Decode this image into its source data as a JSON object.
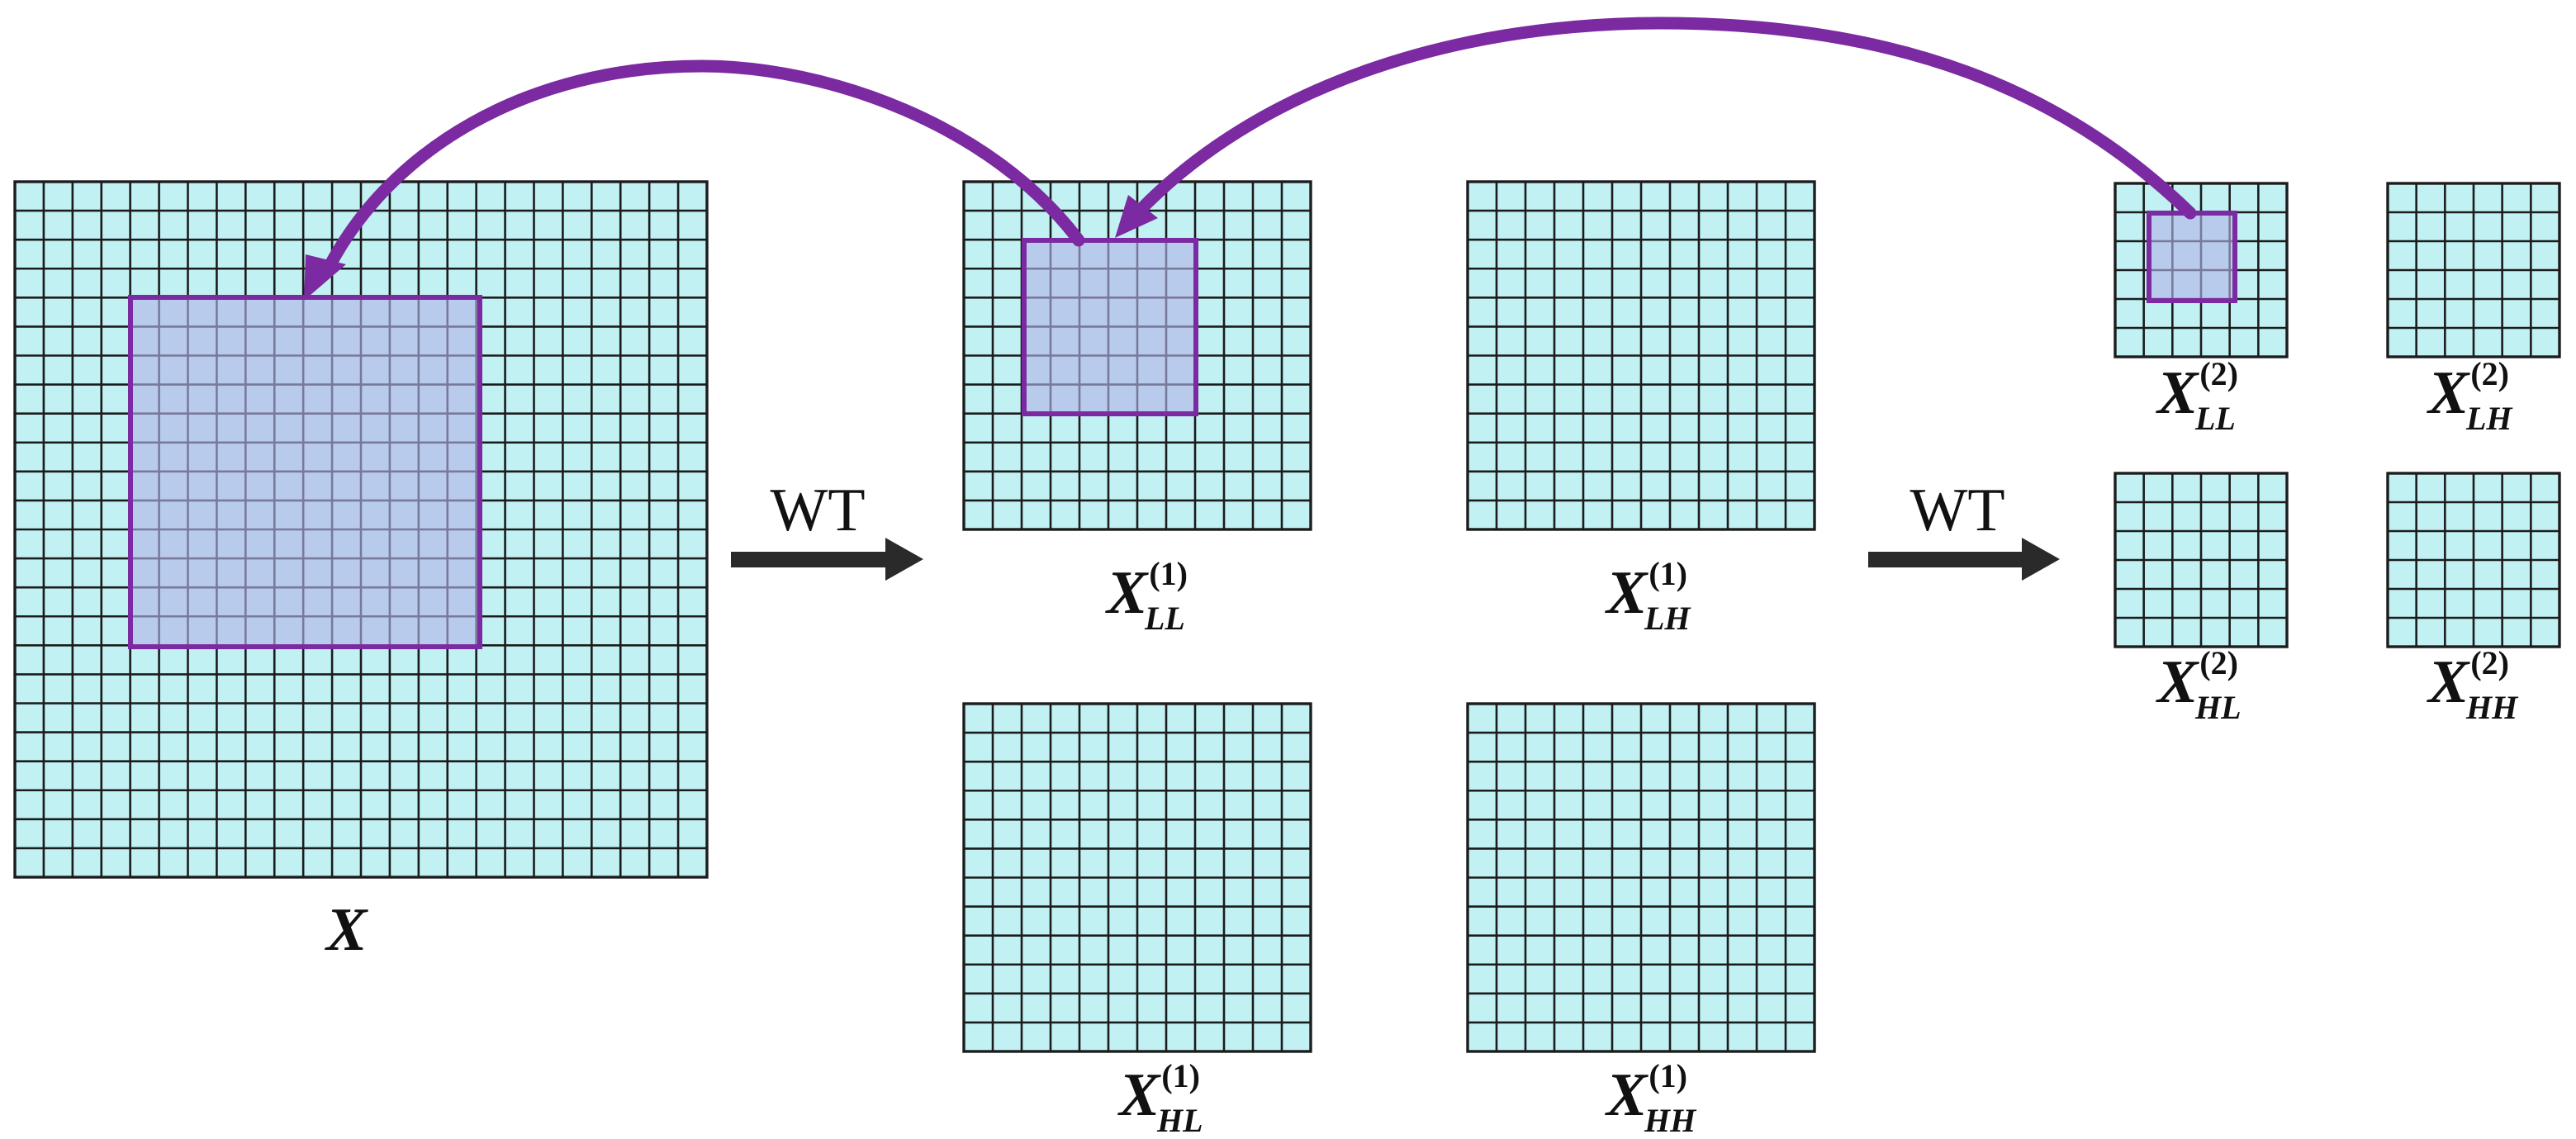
{
  "operations": [
    {
      "id": "wt-1",
      "label": "WT"
    },
    {
      "id": "wt-2",
      "label": "WT"
    }
  ],
  "matrices": [
    {
      "id": "X",
      "symbol": "X",
      "subscript": "",
      "superscript": "",
      "rows": 24,
      "cols": 24
    },
    {
      "id": "X1LL",
      "symbol": "X",
      "subscript": "LL",
      "superscript": "(1)",
      "rows": 12,
      "cols": 12
    },
    {
      "id": "X1LH",
      "symbol": "X",
      "subscript": "LH",
      "superscript": "(1)",
      "rows": 12,
      "cols": 12
    },
    {
      "id": "X1HL",
      "symbol": "X",
      "subscript": "HL",
      "superscript": "(1)",
      "rows": 12,
      "cols": 12
    },
    {
      "id": "X1HH",
      "symbol": "X",
      "subscript": "HH",
      "superscript": "(1)",
      "rows": 12,
      "cols": 12
    },
    {
      "id": "X2LL",
      "symbol": "X",
      "subscript": "LL",
      "superscript": "(2)",
      "rows": 6,
      "cols": 6
    },
    {
      "id": "X2LH",
      "symbol": "X",
      "subscript": "LH",
      "superscript": "(2)",
      "rows": 6,
      "cols": 6
    },
    {
      "id": "X2HL",
      "symbol": "X",
      "subscript": "HL",
      "superscript": "(2)",
      "rows": 6,
      "cols": 6
    },
    {
      "id": "X2HH",
      "symbol": "X",
      "subscript": "HH",
      "superscript": "(2)",
      "rows": 6,
      "cols": 6
    }
  ],
  "colors": {
    "cell_fill": "#c2f1f3",
    "grid_line": "#1c1c1c",
    "highlight_stroke": "#7b2aa1",
    "highlight_fill": "#b3b3e8",
    "arrow": "#2a2a2a"
  }
}
